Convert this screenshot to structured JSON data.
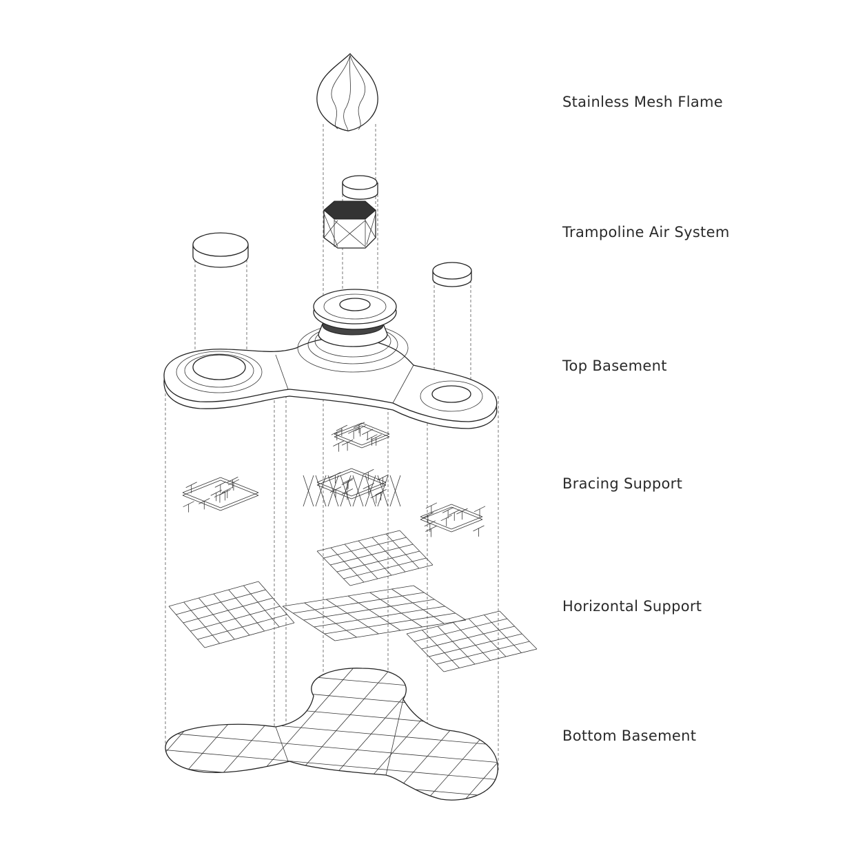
{
  "diagram": {
    "type": "exploded-axonometric",
    "layers": [
      {
        "label": "Stainless Mesh Flame"
      },
      {
        "label": "Trampoline Air System"
      },
      {
        "label": "Top Basement"
      },
      {
        "label": "Bracing Support"
      },
      {
        "label": "Horizontal Support"
      },
      {
        "label": "Bottom Basement"
      }
    ],
    "colors": {
      "line": "#222222",
      "background": "#ffffff",
      "hatch": "#333333"
    }
  }
}
